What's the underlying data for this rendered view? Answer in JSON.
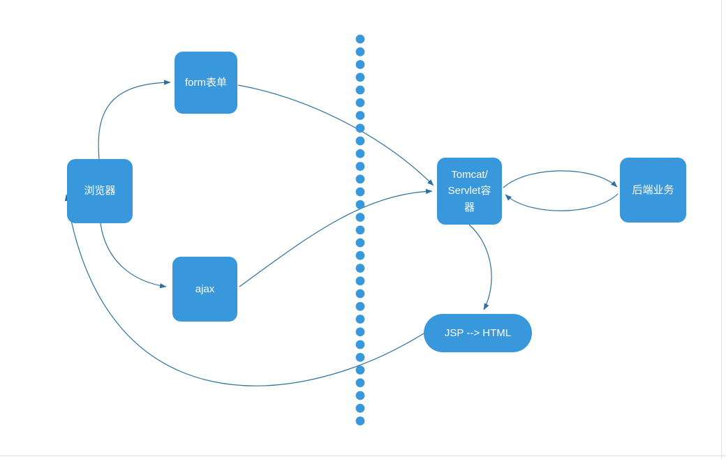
{
  "diagram": {
    "nodes": {
      "browser": {
        "label": "浏览器"
      },
      "form": {
        "label": "form表单"
      },
      "ajax": {
        "label": "ajax"
      },
      "tomcat": {
        "label": "Tomcat/Servlet容器",
        "lines": [
          "Tomcat/",
          "Servlet容",
          "器"
        ]
      },
      "backend": {
        "label": "后端业务"
      },
      "jsp": {
        "label": "JSP --> HTML"
      }
    },
    "edges": [
      {
        "from": "browser",
        "to": "form",
        "direction": "one-way"
      },
      {
        "from": "form",
        "to": "tomcat",
        "direction": "one-way"
      },
      {
        "from": "browser",
        "to": "ajax",
        "direction": "one-way"
      },
      {
        "from": "ajax",
        "to": "tomcat",
        "direction": "one-way"
      },
      {
        "from": "tomcat",
        "to": "backend",
        "direction": "two-way"
      },
      {
        "from": "tomcat",
        "to": "jsp",
        "direction": "one-way"
      },
      {
        "from": "jsp",
        "to": "browser",
        "direction": "one-way"
      }
    ],
    "divider": {
      "orientation": "vertical",
      "style": "dotted"
    },
    "colors": {
      "node_fill": "#3997DB",
      "node_text": "#FFFFFF",
      "edge_line": "#2D6F9E",
      "divider_dot": "#3997DB",
      "page_border": "#E2E2E6"
    }
  }
}
